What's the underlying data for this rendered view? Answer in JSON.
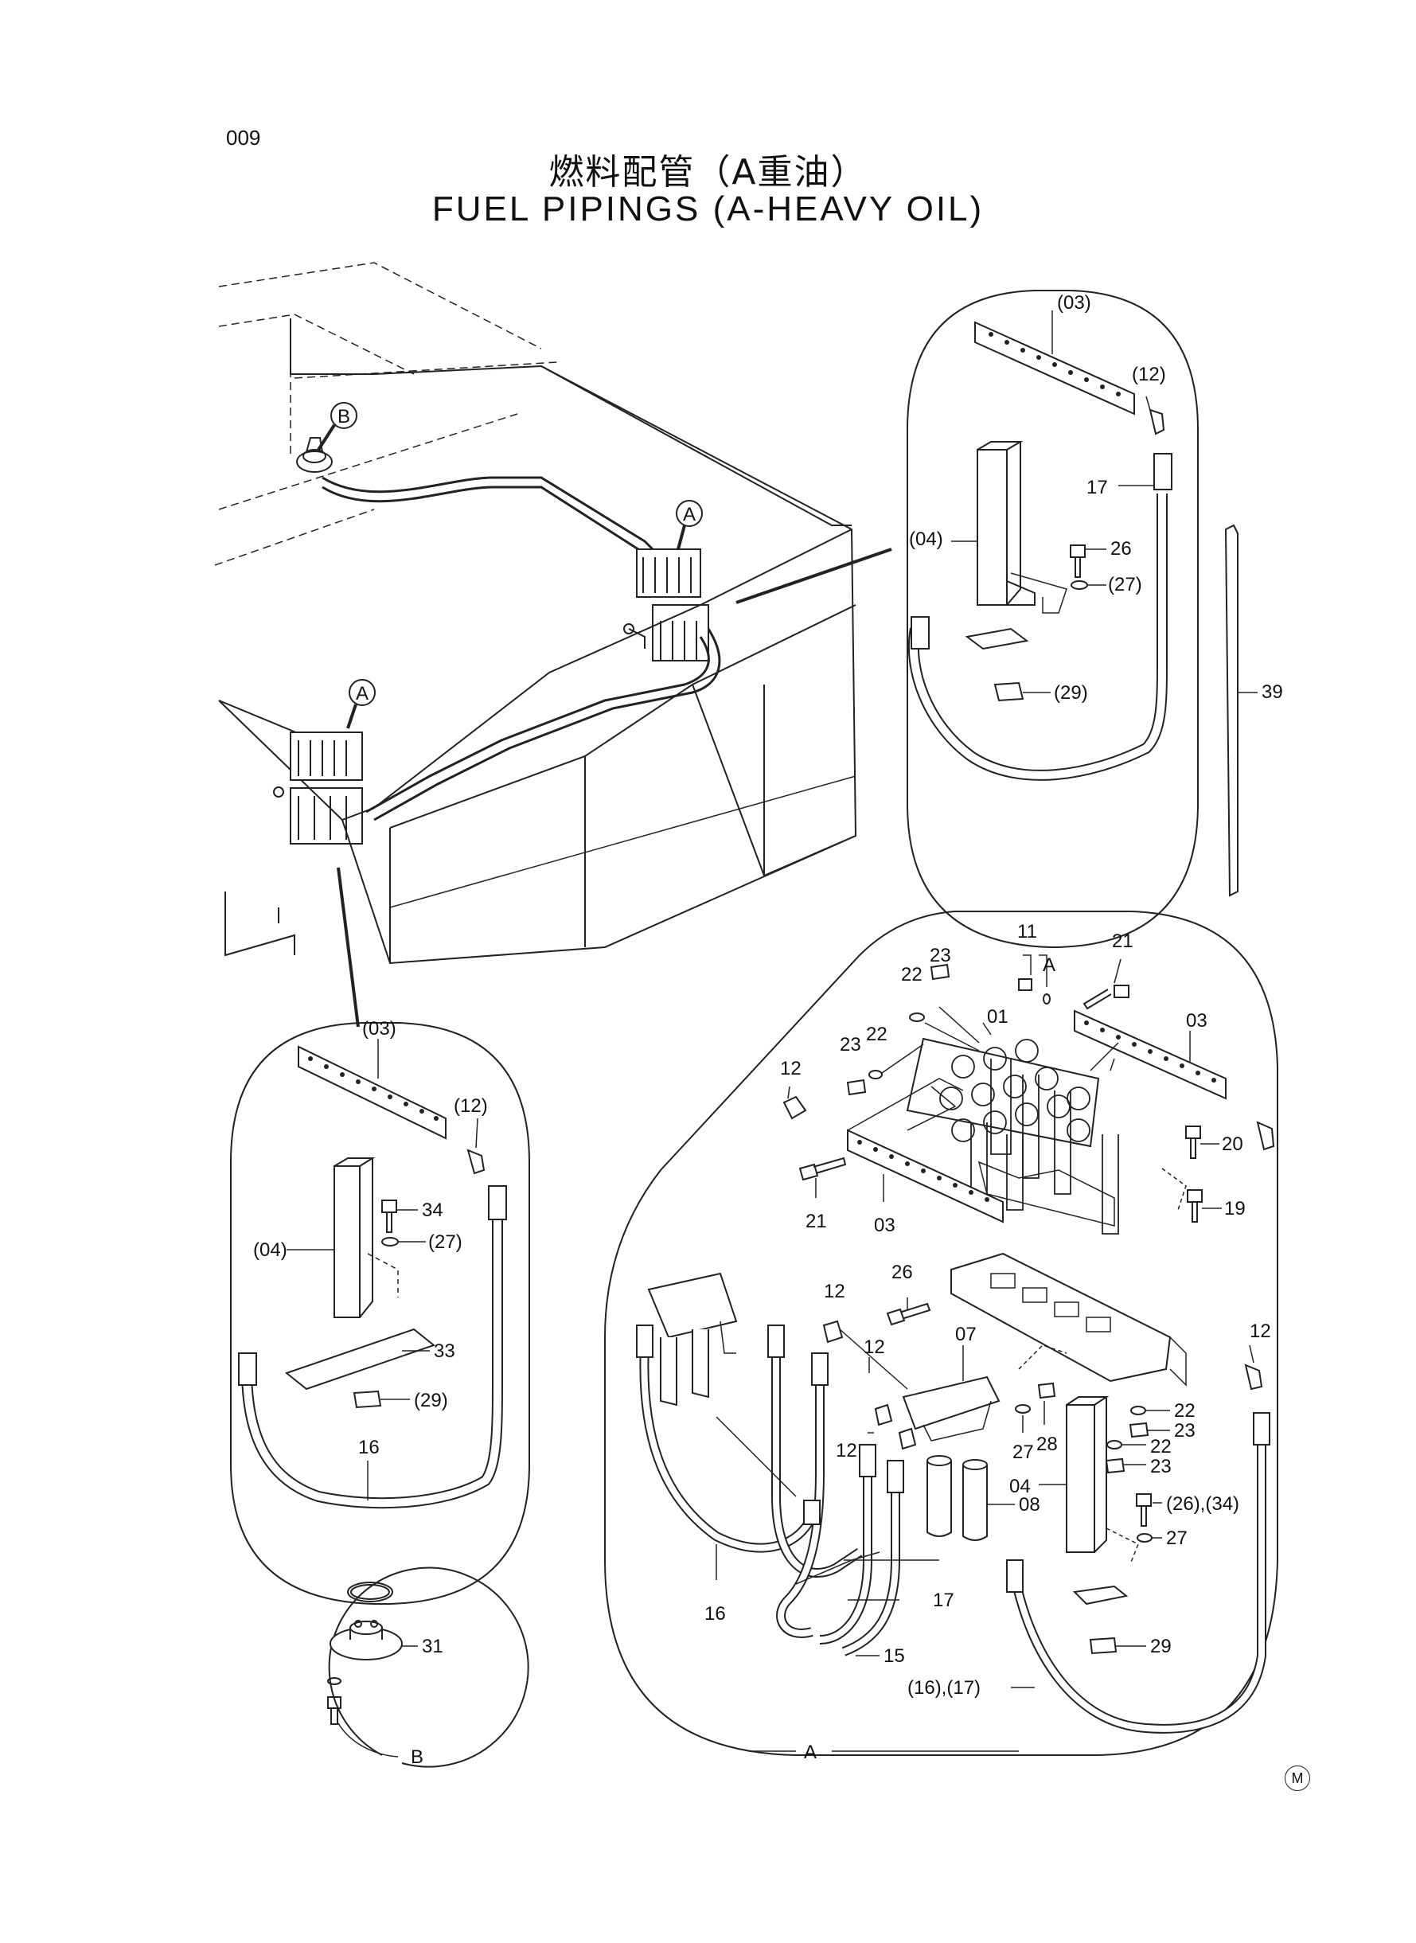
{
  "page_number": "009",
  "title_jp": "燃料配管（A重油）",
  "title_en": "FUEL PIPINGS (A-HEAVY OIL)",
  "corner_mark": "M",
  "views": {
    "b_callout": "B",
    "a_callout": "A"
  },
  "top_right_detail": {
    "labels": [
      "(03)",
      "(12)",
      "17",
      "(04)",
      "26",
      "(27)",
      "(29)"
    ]
  },
  "rod": {
    "label": "39"
  },
  "left_detail": {
    "labels": [
      "(03)",
      "(12)",
      "34",
      "(27)",
      "(04)",
      "33",
      "(29)",
      "16"
    ]
  },
  "detail_b": {
    "labels": [
      "31",
      "B"
    ]
  },
  "detail_a": {
    "labels": [
      "11",
      "A",
      "21",
      "23",
      "22",
      "23",
      "22",
      "01",
      "03",
      "12",
      "20",
      "19",
      "21",
      "03",
      "26",
      "12",
      "07",
      "12",
      "12",
      "12",
      "27",
      "28",
      "22",
      "23",
      "22",
      "23",
      "04",
      "(26),(34)",
      "27",
      "08",
      "16",
      "17",
      "15",
      "29",
      "(16),(17)",
      "A"
    ]
  }
}
